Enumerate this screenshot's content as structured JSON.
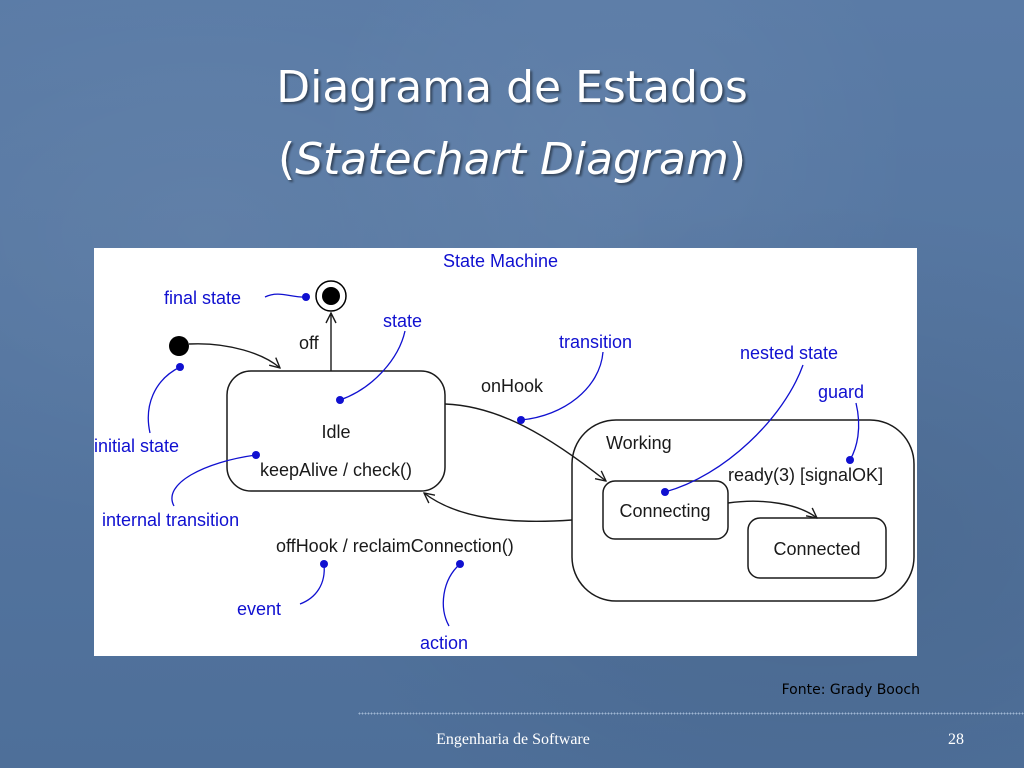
{
  "slide": {
    "title_line1": "Diagrama de Estados",
    "title_paren_open": "(",
    "title_italic": "Statechart Diagram",
    "title_paren_close": ")",
    "source": "Fonte: Grady Booch",
    "footer": "Engenharia de Software",
    "page_number": "28"
  },
  "diagram": {
    "header": "State Machine",
    "states": {
      "idle": "Idle",
      "idle_internal": "keepAlive / check()",
      "working": "Working",
      "connecting": "Connecting",
      "connected": "Connected"
    },
    "transitions": {
      "off": "off",
      "on_hook": "onHook",
      "off_hook": "offHook / reclaimConnection()",
      "ready": "ready(3) [signalOK]"
    },
    "annotations": {
      "final_state": "final state",
      "state": "state",
      "transition": "transition",
      "nested_state": "nested state",
      "guard": "guard",
      "initial_state": "initial state",
      "internal_transition": "internal transition",
      "event": "event",
      "action": "action"
    },
    "colors": {
      "annotation": "#1010d0",
      "diagram": "#1a1a1a"
    }
  }
}
